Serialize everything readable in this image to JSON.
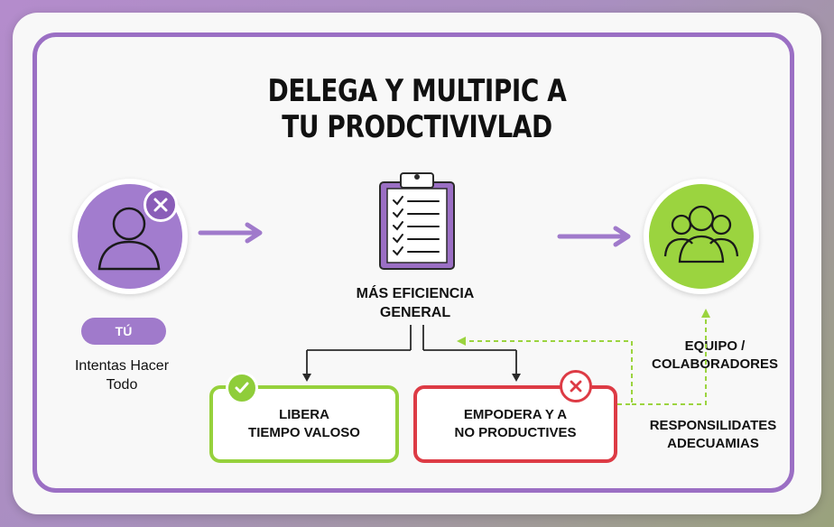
{
  "title": {
    "line1": "DELEGA Y MULTIPIC A",
    "line2": "TU PRODCTIVIVLAD"
  },
  "you": {
    "badge": "TÚ",
    "description_line1": "Intentas Hacer",
    "description_line2": "Todo"
  },
  "center": {
    "line1": "MÁS EFICIENCIA",
    "line2": "GENERAL"
  },
  "team": {
    "line1": "EQUIPO /",
    "line2": "COLABORADORES"
  },
  "responsibilities": {
    "line1": "RESPONSILIDATES",
    "line2": "ADECUAMIAS"
  },
  "boxes": {
    "green": {
      "line1": "LIBERA",
      "line2": "TIEMPO VALOSO"
    },
    "red": {
      "line1": "EMPODERA Y A",
      "line2": "NO PRODUCTIVES"
    }
  },
  "colors": {
    "purple": "#a27cce",
    "green": "#9bd43f",
    "red": "#dd3b45"
  },
  "icons": [
    "person-icon",
    "x-icon",
    "arrow-right-icon",
    "clipboard-checklist-icon",
    "group-icon",
    "check-icon",
    "circle-x-icon"
  ]
}
